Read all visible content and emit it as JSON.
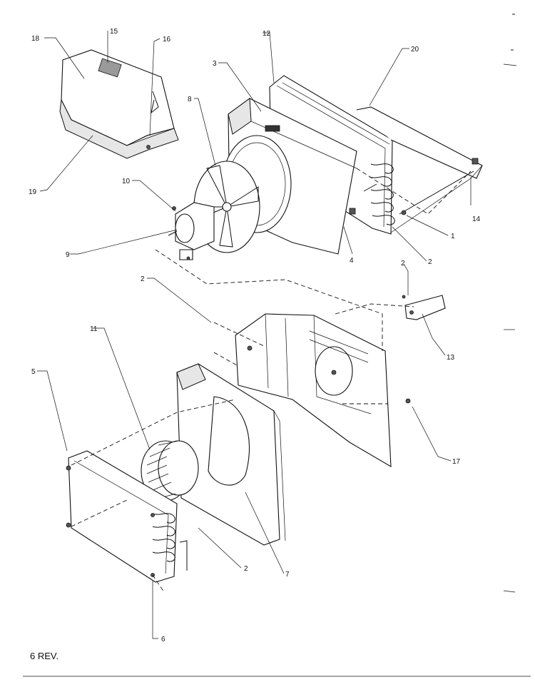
{
  "callouts": [
    {
      "id": "c18",
      "label": "18"
    },
    {
      "id": "c15",
      "label": "15"
    },
    {
      "id": "c16",
      "label": "16"
    },
    {
      "id": "c12",
      "label": "12"
    },
    {
      "id": "c20",
      "label": "20"
    },
    {
      "id": "c3",
      "label": "3"
    },
    {
      "id": "c8",
      "label": "8"
    },
    {
      "id": "c19",
      "label": "19"
    },
    {
      "id": "c10",
      "label": "10"
    },
    {
      "id": "c14",
      "label": "14"
    },
    {
      "id": "c1",
      "label": "1"
    },
    {
      "id": "c4",
      "label": "4"
    },
    {
      "id": "c2a",
      "label": "2"
    },
    {
      "id": "c9",
      "label": "9"
    },
    {
      "id": "c2b",
      "label": "2"
    },
    {
      "id": "c2c",
      "label": "2"
    },
    {
      "id": "c13",
      "label": "13"
    },
    {
      "id": "c11",
      "label": "11"
    },
    {
      "id": "c5",
      "label": "5"
    },
    {
      "id": "c17",
      "label": "17"
    },
    {
      "id": "c2d",
      "label": "2"
    },
    {
      "id": "c7",
      "label": "7"
    },
    {
      "id": "c6",
      "label": "6"
    }
  ],
  "footer": {
    "revision": "6 REV."
  },
  "colors": {
    "ink": "#111111",
    "paper": "#ffffff"
  }
}
